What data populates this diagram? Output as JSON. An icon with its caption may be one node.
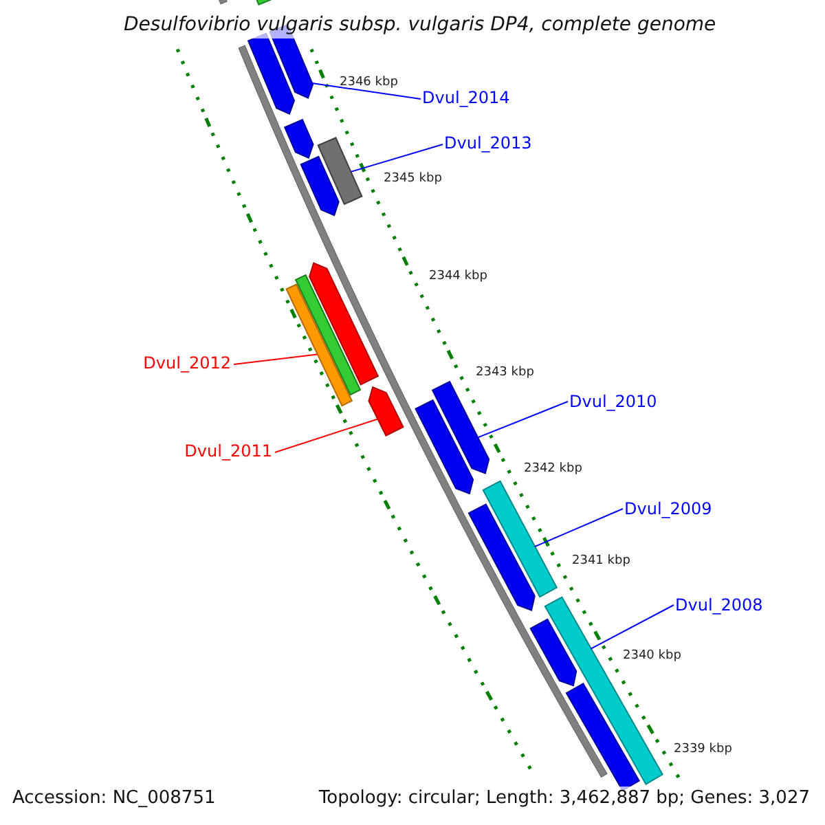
{
  "diagram": {
    "title": "Desulfovibrio vulgaris subsp. vulgaris DP4, complete genome",
    "nodes": [
      {
        "text": [
          "Dvul_2014"
        ]
      },
      {
        "text": [],
        "shape": "bar"
      },
      {
        "text": [
          "Dvul_2013"
        ]
      },
      {
        "text": [],
        "shape": "bar"
      },
      {
        "text": [
          "Dvul_2012"
        ]
      },
      {
        "text": [],
        "shape": "bar"
      },
      {
        "text": [
          "Dvul_2011"
        ]
      },
      {
        "text": [],
        "shape": "bar"
      },
      {
        "text": [
          "Dvul_2010"
        ]
      },
      {
        "text": [],
        "shape": "bar"
      },
      {
        "text": [
          "Dvul_2009"
        ]
      },
      {
        "text": [],
        "shape": "bar"
      },
      {
        "text": [
          "Dvul_2008"
        ]
      },
      {
        "text": [],
        "shape": "bar"
      },
      {
        "text": [],
        "shape": "bar"
      },
      {
        "text": [],
        "shape": "bar"
      },
      {
        "text": [],
        "shape": "bar"
      },
      {
        "text": [],
        "shape": "bar"
      },
      {
        "text": [],
        "shape": "bar"
      },
      {
        "text": [],
        "shape": "bar"
      },
      {
        "text": [],
        "shape": "bar"
      },
      {
        "text": [],
        "shape": "bar"
      },
      {
        "text": [],
        "shape": "bar"
      },
      {
        "text": [],
        "shape": "bar"
      }
    ],
    "edges": [
      {
        "from": 0,
        "to": 1,
        "arrow": "none"
      },
      {
        "from": 2,
        "to": 3,
        "arrow": "none"
      },
      {
        "from": 4,
        "to": 5,
        "arrow": "none",
        "color": "#ff0000"
      },
      {
        "from": 6,
        "to": 7,
        "arrow": "none",
        "color": "#ff0000"
      },
      {
        "from": 8,
        "to": 9,
        "arrow": "none"
      },
      {
        "from": 10,
        "to": 11,
        "arrow": "none"
      },
      {
        "from": 12,
        "to": 13,
        "arrow": "none"
      }
    ],
    "labels": [
      "2346 kbp",
      "2345 kbp",
      "2344 kbp",
      "2343 kbp",
      "2342 kbp",
      "2341 kbp",
      "2340 kbp",
      "2339 kbp",
      "Accession: NC_008751",
      "Topology: circular; Length: 3,462,887 bp; Genes: 3,027"
    ]
  }
}
